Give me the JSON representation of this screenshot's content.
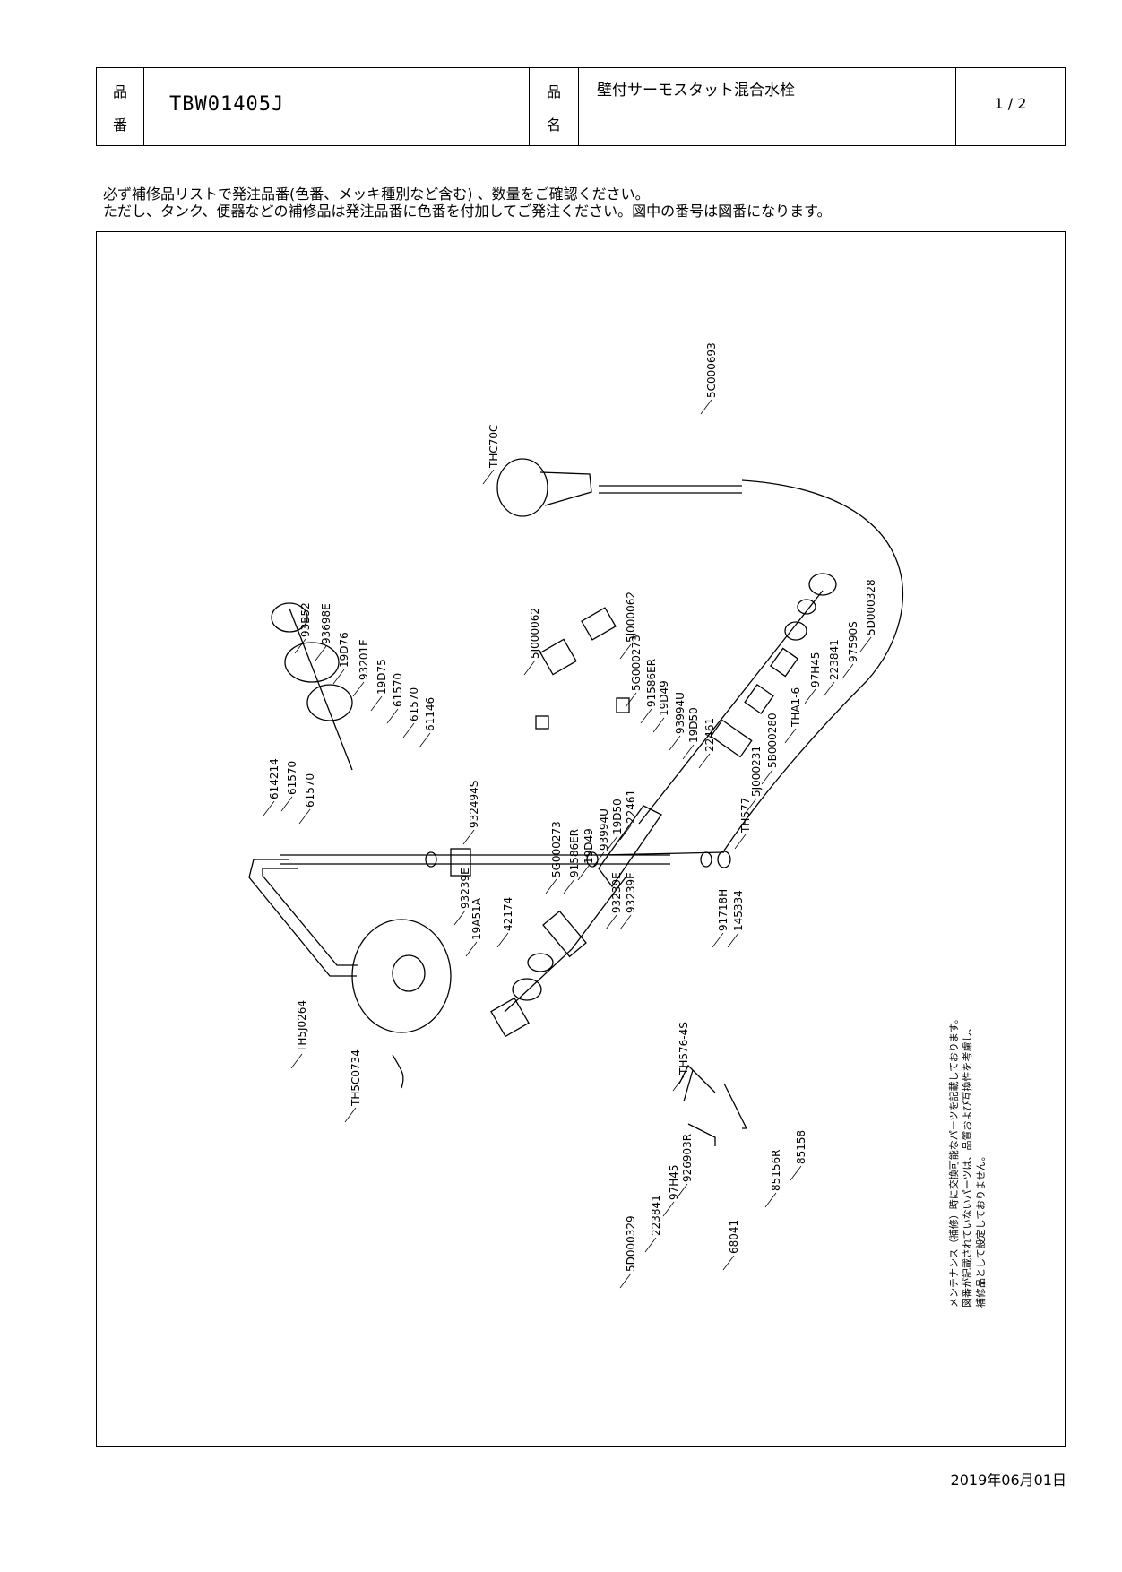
{
  "header": {
    "part_no_label": [
      "品",
      "番"
    ],
    "part_no": "TBW01405J",
    "name_label": [
      "品",
      "名"
    ],
    "product_name": "壁付サーモスタット混合水栓",
    "page": "1 / 2"
  },
  "notice": {
    "line1": "必ず補修品リストで発注品番(色番、メッキ種別など含む) 、数量をご確認ください。",
    "line2": "ただし、タンク、便器などの補修品は発注品番に色番を付加してご発注ください。図中の番号は図番になります。"
  },
  "diagram": {
    "labels": [
      "5C000693",
      "THC70C",
      "5D000328",
      "97590S",
      "223841",
      "97H45",
      "THA1-6",
      "5B000280",
      "5J000231",
      "TH577",
      "93B52",
      "93698E",
      "19D76",
      "93201E",
      "19D75",
      "61570",
      "61570",
      "61146",
      "614214",
      "61570",
      "61570",
      "932494S",
      "5J000062",
      "5J000062",
      "5G000273",
      "91586ER",
      "19D49",
      "93994U",
      "19D50",
      "22461",
      "5G000273",
      "91586ER",
      "19D49",
      "93994U",
      "19D50",
      "22461",
      "93239E",
      "19A51A",
      "42174",
      "93239E",
      "93239E",
      "91718H",
      "145334",
      "TH5J0264",
      "TH5C0734",
      "TH576-4S",
      "926903R",
      "97H45",
      "223841",
      "5D000329",
      "68041",
      "85156R",
      "85158"
    ],
    "maintenance_note": [
      "メンテナンス（補修）時に交換可能なパーツを記載しております。",
      "図番が記載されていないパーツは、品質および互換性を考慮し、",
      "補修品として設定しておりません。"
    ]
  },
  "date": "2019年06月01日"
}
